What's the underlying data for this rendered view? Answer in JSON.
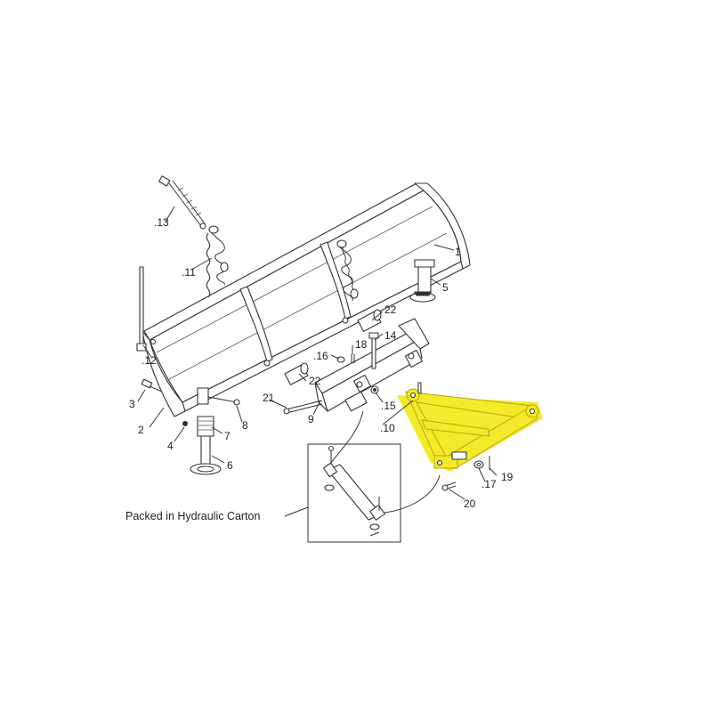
{
  "callouts": {
    "c1": "1",
    "c2": "2",
    "c3": "3",
    "c4": "4",
    "c5": "5",
    "c6": "6",
    "c7": "7",
    "c8": "8",
    "c9": "9",
    "c10": ".10",
    "c11": ".11",
    "c12": ".12",
    "c13": ".13",
    "c14": "14",
    "c15": ".15",
    "c16": ".16",
    "c17": ".17",
    "c18": "18",
    "c19": "19",
    "c20": "20",
    "c21": "21",
    "c22a": "22",
    "c22b": "22"
  },
  "note": "Packed in Hydraulic Carton",
  "colors": {
    "highlight": "#f3ea2c",
    "line": "#333333",
    "background": "#ffffff"
  }
}
